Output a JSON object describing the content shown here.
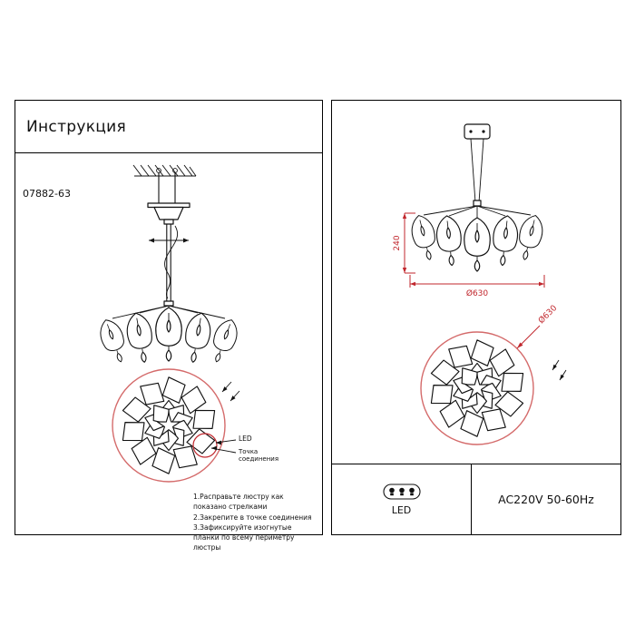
{
  "colors": {
    "dimension_red": "#c1272d",
    "circle_red": "#d46a6a"
  },
  "left_panel": {
    "title": "Инструкция",
    "model": "07882-63",
    "callouts": {
      "led": "LED",
      "connection": "Точка соединения"
    },
    "instructions": [
      "1.Расправьте люстру как показано стрелками",
      "2.Закрепите в точке соединения",
      "3.Зафиксируйте изогнутые планки по всему периметру люстры"
    ]
  },
  "right_panel": {
    "dimensions": {
      "height": "240",
      "diameter": "Ø630",
      "diameter_top": "Ø630"
    },
    "specs": {
      "led_label": "LED",
      "power": "AC220V 50-60Hz"
    }
  }
}
